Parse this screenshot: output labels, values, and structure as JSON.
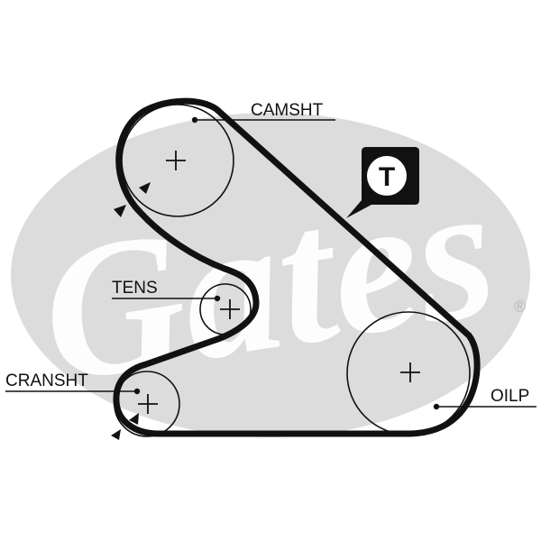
{
  "watermark": {
    "brand_text": "Gates",
    "registered_mark": "®",
    "color": "#dcdcdc"
  },
  "badge": {
    "letter": "T"
  },
  "pulleys": {
    "camshaft": {
      "label": "CAMSHT"
    },
    "tensioner": {
      "label": "TENS"
    },
    "crankshaft": {
      "label": "CRANSHT"
    },
    "oil_pump": {
      "label": "OILP"
    }
  },
  "colors": {
    "belt": "#111111",
    "line": "#111111",
    "badge_fill": "#111111",
    "badge_inner": "#ffffff"
  }
}
